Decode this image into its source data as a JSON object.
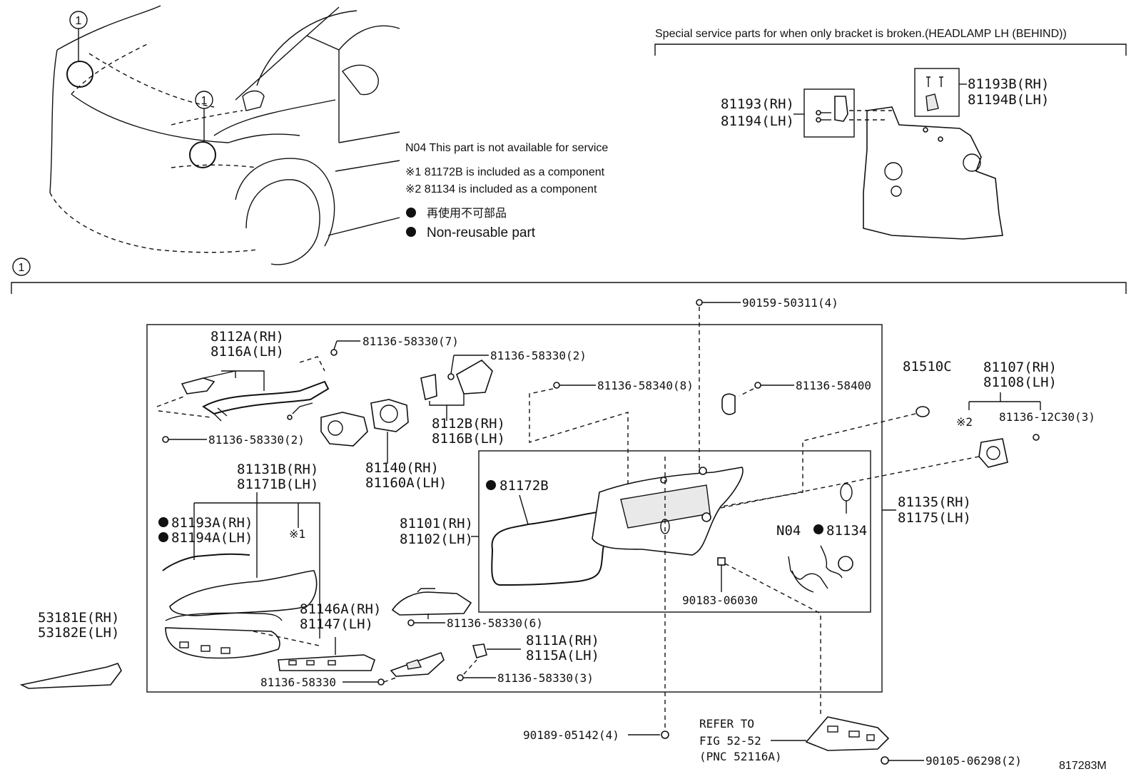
{
  "header": {
    "special_service": "Special service parts for when only bracket is broken.(HEADLAMP LH (BEHIND))"
  },
  "callout_number": "1",
  "notes": {
    "n04": "N04 This part is not available for service",
    "star1": "※1 81172B is included as a component",
    "star2": "※2 81134 is included as a component",
    "non_reusable_jp": "再使用不可部品",
    "non_reusable_en": "Non-reusable part"
  },
  "figure_id": "817283M",
  "labels": {
    "p81193_rh": "81193(RH)",
    "p81194_lh": "81194(LH)",
    "p81193b_rh": "81193B(RH)",
    "p81194b_lh": "81194B(LH)",
    "p90159": "90159-50311(4)",
    "p8112a_rh": "8112A(RH)",
    "p8116a_lh": "8116A(LH)",
    "p81136_7": "81136-58330(7)",
    "p81136_2a": "81136-58330(2)",
    "p81136_2b": "81136-58330(2)",
    "p81136_8": "81136-58340(8)",
    "p81136_58400": "81136-58400",
    "p81510c": "81510C",
    "p81107_rh": "81107(RH)",
    "p81108_lh": "81108(LH)",
    "p81136_12c30": "81136-12C30(3)",
    "star2_mark": "※2",
    "p8112b_rh": "8112B(RH)",
    "p8116b_lh": "8116B(LH)",
    "p81140_rh": "81140(RH)",
    "p81160a_lh": "81160A(LH)",
    "p81172b": "81172B",
    "p81131b_rh": "81131B(RH)",
    "p81171b_lh": "81171B(LH)",
    "p81193a_rh": "81193A(RH)",
    "p81194a_lh": "81194A(LH)",
    "star1_mark": "※1",
    "p81101_rh": "81101(RH)",
    "p81102_lh": "81102(LH)",
    "n04_mark": "N04",
    "p81134": "81134",
    "p81135_rh": "81135(RH)",
    "p81175_lh": "81175(LH)",
    "p90183": "90183-06030",
    "p81146a_rh": "81146A(RH)",
    "p81147_lh": "81147(LH)",
    "p81136_6": "81136-58330(6)",
    "p53181e_rh": "53181E(RH)",
    "p53182e_lh": "53182E(LH)",
    "p8111a_rh": "8111A(RH)",
    "p8115a_lh": "8115A(LH)",
    "p81136_58330": "81136-58330",
    "p81136_3": "81136-58330(3)",
    "p90189": "90189-05142(4)",
    "refer_to": "REFER TO",
    "fig": "FIG 52-52",
    "pnc": "(PNC 52116A)",
    "p90105": "90105-06298(2)"
  }
}
